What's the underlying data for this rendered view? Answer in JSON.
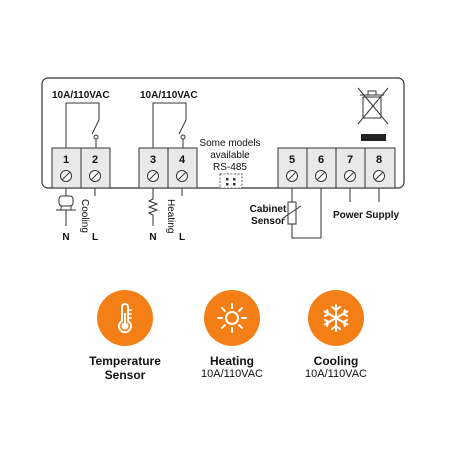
{
  "relay_labels": [
    "10A/110VAC",
    "10A/110VAC"
  ],
  "models_note": [
    "Some models",
    "available",
    "RS-485"
  ],
  "terminals": [
    "1",
    "2",
    "3",
    "4",
    "5",
    "6",
    "7",
    "8"
  ],
  "labels": {
    "n1": "N",
    "l1": "L",
    "cooling": "Cooling",
    "n2": "N",
    "l2": "L",
    "heating": "Heating",
    "cabinet": "Cabinet",
    "sensor": "Sensor",
    "power": "Power Supply"
  },
  "features": [
    {
      "title_1": "Temperature",
      "title_2": "Sensor",
      "sub": "",
      "icon": "thermometer-icon"
    },
    {
      "title_1": "Heating",
      "title_2": "",
      "sub": "10A/110VAC",
      "icon": "sun-icon"
    },
    {
      "title_1": "Cooling",
      "title_2": "",
      "sub": "10A/110VAC",
      "icon": "snowflake-icon"
    }
  ],
  "colors": {
    "accent": "#f57f17",
    "line": "#333333",
    "terminal_bg": "#e9e9e9"
  }
}
